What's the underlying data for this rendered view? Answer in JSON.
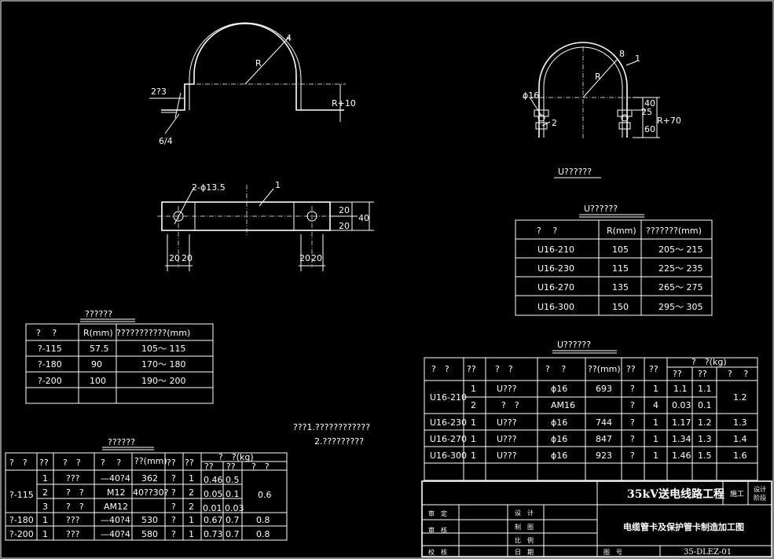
{
  "colors": {
    "background": "#000000",
    "lines": "#ffffff"
  },
  "drawing_left": {
    "leader_4": "4",
    "radius": "R",
    "thickness_label": "2?3",
    "width_label": "6/4",
    "r10": "R+10",
    "part1": "1",
    "hole_label": "2-ϕ13.5",
    "dim_20a": "20",
    "dim_20b": "20",
    "dim_40": "40",
    "dim_b1": "20",
    "dim_b2": "20",
    "dim_b3": "20",
    "dim_b4": "20"
  },
  "drawing_right": {
    "leader_8": "8",
    "leader_1": "1",
    "radius": "R",
    "phi16": "ϕ16",
    "leader_2": "2",
    "d40": "40",
    "d25": "25",
    "d60": "60",
    "r70": "R+70",
    "caption": "U??????"
  },
  "table_u_sizes": {
    "title": "U??????",
    "headers": [
      "?　 ?",
      "R(mm)",
      "???????(mm)"
    ],
    "rows": [
      [
        "U16-210",
        "105",
        "205～ 215"
      ],
      [
        "U16-230",
        "115",
        "225～ 235"
      ],
      [
        "U16-270",
        "135",
        "265～ 275"
      ],
      [
        "U16-300",
        "150",
        "295～ 305"
      ]
    ]
  },
  "table_clamp_sizes": {
    "title": "??????",
    "headers": [
      "?　 ?",
      "R(mm)",
      "???????????(mm)"
    ],
    "rows": [
      [
        "?-115",
        "57.5",
        "105～ 115"
      ],
      [
        "?-180",
        "90",
        "170～ 180"
      ],
      [
        "?-200",
        "100",
        "190～ 200"
      ],
      [
        "",
        "",
        ""
      ]
    ]
  },
  "notes": {
    "line1": "???1.????????????",
    "line2": "2.?????????"
  },
  "table_u_materials": {
    "title": "U??????",
    "headers": [
      "?　?",
      "??",
      "?　?",
      "?　 ?",
      "??(mm)",
      "??",
      "??",
      "?　?(kg)"
    ],
    "subheaders": [
      "??",
      "??",
      "?　 ?"
    ],
    "rows": [
      [
        "U16-210",
        "1",
        "U???",
        "ϕ16",
        "693",
        "?",
        "1",
        "1.1",
        "1.1",
        "1.2"
      ],
      [
        "",
        "2",
        "?　?",
        "AM16",
        "",
        "?",
        "4",
        "0.03",
        "0.1",
        ""
      ],
      [
        "U16-230",
        "1",
        "U???",
        "ϕ16",
        "744",
        "?",
        "1",
        "1.17",
        "1.2",
        "1.3"
      ],
      [
        "U16-270",
        "1",
        "U???",
        "ϕ16",
        "847",
        "?",
        "1",
        "1.34",
        "1.3",
        "1.4"
      ],
      [
        "U16-300",
        "1",
        "U???",
        "ϕ16",
        "923",
        "?",
        "1",
        "1.46",
        "1.5",
        "1.6"
      ]
    ]
  },
  "table_clamp_materials": {
    "title": "??????",
    "headers": [
      "?　?",
      "??",
      "?　?",
      "?　 ?",
      "??(mm)",
      "??",
      "??",
      "?　?(kg)"
    ],
    "subheaders": [
      "??",
      "??",
      "?　?"
    ],
    "rows": [
      [
        "?-115",
        "1",
        "???",
        "—40?4",
        "362",
        "?",
        "1",
        "0.46",
        "0.5",
        "0.6"
      ],
      [
        "",
        "2",
        "?　?",
        "M12",
        "40??30?",
        "?",
        "2",
        "0.05",
        "0.1",
        ""
      ],
      [
        "",
        "3",
        "?　?",
        "AM12",
        "",
        "?",
        "2",
        "0.01",
        "0.03",
        ""
      ],
      [
        "?-180",
        "1",
        "???",
        "—40?4",
        "530",
        "?",
        "1",
        "0.67",
        "0.7",
        "0.8"
      ],
      [
        "?-200",
        "1",
        "???",
        "—40?4",
        "580",
        "?",
        "1",
        "0.73",
        "0.7",
        "0.8"
      ]
    ]
  },
  "title_block": {
    "project": "35kV送电线路工程",
    "stage": "施工",
    "stage2a": "设计",
    "stage2b": "阶段",
    "drawing_name": "电缆管卡及保护管卡制造加工图",
    "approve": "审　定",
    "review": "审　核",
    "check": "校　核",
    "design": "设　计",
    "draw": "制　图",
    "compare": "比　例",
    "date": "日　期",
    "drawing_no_label": "图　号",
    "drawing_no": "35-DLEZ-01"
  }
}
